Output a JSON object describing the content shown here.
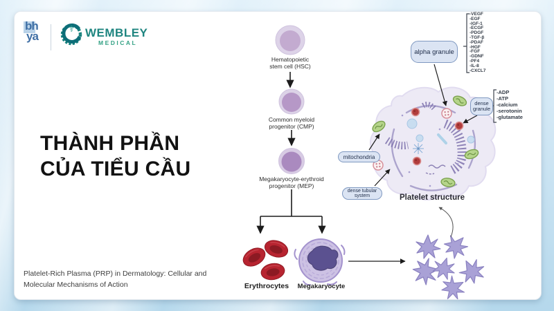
{
  "branding": {
    "monogram_top": "bh",
    "monogram_bottom": "ya",
    "brand_name": "WEMBLEY",
    "brand_sub": "MEDICAL",
    "brand_color": "#1f8580"
  },
  "slide": {
    "title_line1": "THÀNH PHẦN",
    "title_line2": "CỦA TIỂU CẦU",
    "citation_line1": "Platelet-Rich Plasma (PRP) in Dermatology: Cellular and",
    "citation_line2": "Molecular Mechanisms of Action"
  },
  "pathway": {
    "hsc_line1": "Hematopoietic",
    "hsc_line2": "stem cell (HSC)",
    "cmp_line1": "Common myeloid",
    "cmp_line2": "progenitor (CMP)",
    "mep_line1": "Megakaryocyte-erythroid",
    "mep_line2": "progenitor (MEP)",
    "erythrocytes_label": "Erythrocytes",
    "megakaryocyte_label": "Megakaryocyte"
  },
  "platelet": {
    "alpha_granule_label": "alpha granule",
    "alpha_granule_contents": [
      "-VEGF",
      "-EGF",
      "-IGF-1",
      "-ECGF",
      "-PDGF",
      "-TGF-β",
      "-PDAF",
      "-HGF",
      "-FGF",
      "-GDNF",
      "-PF4",
      "-IL-8",
      "-CXCL7"
    ],
    "dense_granule_line1": "dense",
    "dense_granule_line2": "granule",
    "dense_granule_contents": [
      "-ADP",
      "-ATP",
      "-calcium",
      "-serotonin",
      "-glutamate"
    ],
    "mitochondria_label": "mitochondria",
    "dense_tubular_line1": "dense tubular",
    "dense_tubular_line2": "system",
    "structure_label": "Platelet structure"
  },
  "palette": {
    "cell_outer": "#ddd3e8",
    "hsc_inner": "#c3abd0",
    "cmp_inner": "#b698c7",
    "mep_inner": "#aa8abf",
    "erythrocyte": "#b72430",
    "megakaryocyte_body": "#cdc2e4",
    "megakaryocyte_nucleus": "#5b5190",
    "platelet_star": "#a9a1d6",
    "mitochondria_green": "#b5d48a",
    "dense_granule_red": "#b13c3c",
    "callout_fill": "#dbe4f3",
    "callout_border": "#7e98c0"
  }
}
